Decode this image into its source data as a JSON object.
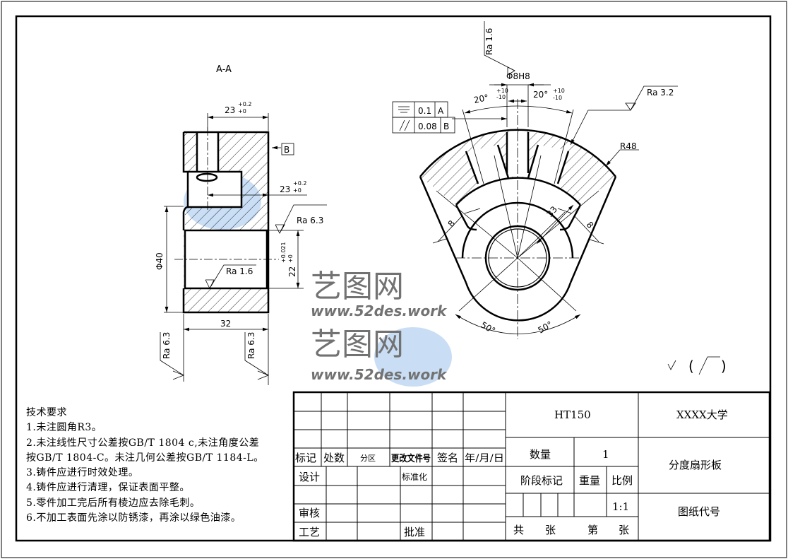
{
  "view_label": "A-A",
  "left_view": {
    "dim_top": "23",
    "dim_top_tol_up": "+0.2",
    "dim_top_tol_low": "+0",
    "dim_mid": "23",
    "dim_mid_tol_up": "+0.2",
    "dim_mid_tol_low": "+0",
    "dim_dia": "Φ40",
    "dim_bore": "22",
    "dim_bore_tol_up": "+0.021",
    "dim_bore_tol_low": "+0",
    "dim_width": "32",
    "datum": "B",
    "ra_right": "Ra 6.3",
    "ra_bore": "Ra 1.6",
    "ra_bottom_left": "Ra 6.3",
    "ra_bottom_right": "Ra 6.3"
  },
  "main_view": {
    "ra_top": "Ra 1.6",
    "hole": "Φ8H8",
    "angle_left": "20°",
    "angle_right": "20°",
    "angle_tol_up": "+10",
    "angle_tol_low": "-10",
    "ra_right": "Ra 3.2",
    "radius": "R48",
    "dim_8_left": "8",
    "dim_8_right": "8",
    "dim_33": "33",
    "angle_bottom_left": "50°",
    "angle_bottom_right": "50°",
    "tolerance_frames": [
      {
        "symbol": "symmetry",
        "value": "0.1",
        "datum": "A"
      },
      {
        "symbol": "parallelism",
        "value": "0.08",
        "datum": "B"
      }
    ]
  },
  "general_roughness": "√ ( √ )",
  "watermark": {
    "logo": "艺图网",
    "url": "www.52des.work"
  },
  "notes": {
    "title": "技术要求",
    "items": [
      "1.未注圆角R3。",
      "2.未注线性尺寸公差按GB/T 1804 c,未注角度公差",
      "按GB/T 1804-C。未注几何公差按GB/T 1184-L。",
      "3.铸件应进行时效处理。",
      "4.铸件应进行清理，保证表面平整。",
      "5.零件加工完后所有棱边应去除毛刺。",
      "6.不加工表面先涂以防锈漆，再涂以绿色油漆。"
    ]
  },
  "title_block": {
    "mark": "标记",
    "count": "处数",
    "zone": "分区",
    "change_doc": "更改文件号",
    "signature": "签名",
    "date": "年/月/日",
    "design": "设计",
    "standardize": "标准化",
    "review": "审核",
    "process": "工艺",
    "approve": "批准",
    "material": "HT150",
    "school": "XXXX大学",
    "quantity_label": "数量",
    "quantity": "1",
    "part_name": "分度扇形板",
    "stage_mark": "阶段标记",
    "weight": "重量",
    "scale_label": "比例",
    "scale": "1:1",
    "drawing_no": "图纸代号",
    "total": "共",
    "sheets": "张",
    "sheet_no": "第",
    "sheets2": "张"
  }
}
